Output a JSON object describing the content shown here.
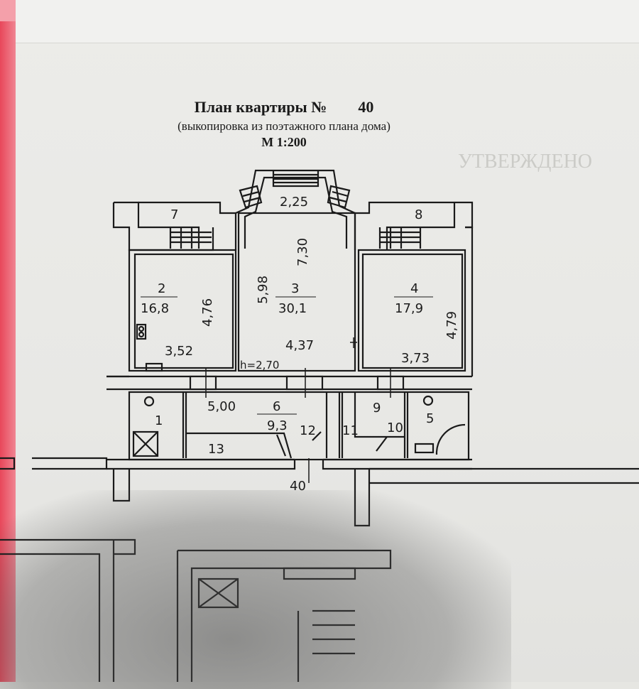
{
  "header": {
    "title": "План квартиры  №",
    "apartment_number": "40",
    "subtitle": "(выкопировка из поэтажного плана дома)",
    "scale": "М 1:200"
  },
  "background_text": {
    "stamp": "УТВЕРЖДЕНО"
  },
  "plan": {
    "rooms": [
      {
        "number": "1"
      },
      {
        "number": "2",
        "area": "16,8"
      },
      {
        "number": "3",
        "area": "30,1"
      },
      {
        "number": "4",
        "area": "17,9"
      },
      {
        "number": "5"
      },
      {
        "number": "6",
        "area": "9,3"
      },
      {
        "number": "7"
      },
      {
        "number": "8"
      },
      {
        "number": "9"
      },
      {
        "number": "10"
      },
      {
        "number": "11"
      },
      {
        "number": "12"
      },
      {
        "number": "13"
      }
    ],
    "dimensions": {
      "bay_width": "2,25",
      "room3_length": "7,30",
      "room3_side": "5,98",
      "room2_depth": "4,76",
      "room2_width": "3,52",
      "room3_width": "4,37",
      "room4_width": "3,73",
      "room4_depth": "4,79",
      "corridor_length": "5,00",
      "ceiling_height": "h=2,70"
    },
    "apartment_label": "40"
  }
}
